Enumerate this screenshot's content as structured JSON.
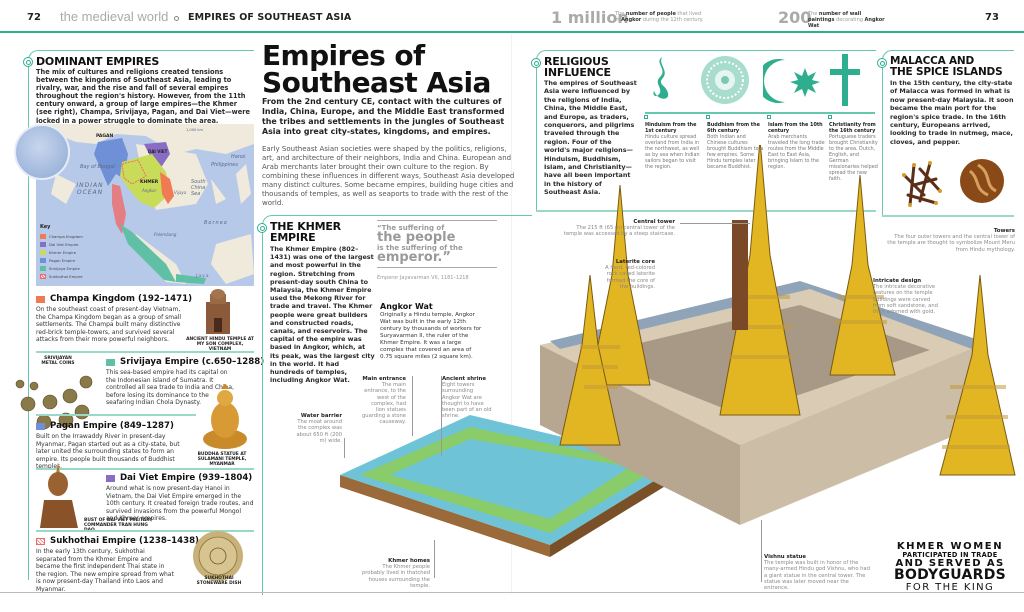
{
  "header": {
    "left_page_number": "72",
    "series": "the medieval world",
    "section": "EMPIRES OF SOUTHEAST ASIA",
    "right_page_number": "73",
    "facts": [
      {
        "number": "1 million",
        "text_pre": "The ",
        "text_bold": "number of people",
        "text_mid": " that lived in ",
        "text_bold2": "Angkor",
        "text_post": " during the 12th century."
      },
      {
        "number": "200",
        "text_pre": "The ",
        "text_bold": "number of wall paintings",
        "text_mid": " decorating ",
        "text_bold2": "Angkor Wat",
        "text_post": "."
      }
    ],
    "accent_color": "#2fae8f"
  },
  "title": {
    "line1": "Empires of",
    "line2": "Southeast Asia",
    "intro": "From the 2nd century CE, contact with the cultures of India, China, Europe, and the Middle East transformed the tribes and settlements in the jungles of Southeast Asia into great city-states, kingdoms, and empires.",
    "body": "Early Southeast Asian societies were shaped by the politics, religions, art, and architecture of their neighbors, India and China. European and Arab merchants later brought their own culture to the region. By combining these influences in different ways, Southeast Asia developed many distinct cultures. Some became empires, building huge cities and thousands of temples, as well as seaports to trade with the rest of the world."
  },
  "dominant_empires": {
    "title": "DOMINANT EMPIRES",
    "body": "The mix of cultures and religions created tensions between the kingdoms of Southeast Asia, leading to rivalry, war, and the rise and fall of several empires throughout the region's history. However, from the 11th century onward, a group of large empires—the Khmer (see right), Champa, Srivijaya, Pagan, and Dai Viet—were locked in a power struggle to dominate the area.",
    "map": {
      "scale": [
        "0",
        "500",
        "1,000 km",
        "0",
        "250",
        "500 miles"
      ],
      "labels": {
        "pagan": "PAGAN",
        "pagan_city": "Pagan",
        "dai_viet": "DAI VIET",
        "hanoi": "Hanoi",
        "khmer": "KHMER",
        "angkor": "Angkor",
        "sukhothai": "SUKHOTHAI",
        "champa": "CHAMPA",
        "vijaya": "Vijaya",
        "srivijaya": "SRIVIJAYA",
        "palembang": "Palembang",
        "bay_of_bengal": "Bay of Bengal",
        "andaman_sea": "Andaman Sea",
        "gulf_of_thailand": "Gulf of Thailand",
        "south_china_sea": "South China Sea",
        "indian_ocean": "INDIAN OCEAN",
        "philippines": "Philippines",
        "borneo": "Borneo",
        "sumatra": "Sumatra",
        "java": "Java",
        "mekong": "Mekong"
      },
      "key_title": "Key",
      "key": [
        {
          "label": "Champa Kingdom",
          "color": "#f07a52"
        },
        {
          "label": "Dai Viet Empire",
          "color": "#8a6cc4"
        },
        {
          "label": "Khmer Empire",
          "color": "#c9dc5a"
        },
        {
          "label": "Pagan Empire",
          "color": "#6f8fd6"
        },
        {
          "label": "Srivijaya Empire",
          "color": "#5fc0a6"
        },
        {
          "label": "Sukhothai Empire",
          "color": "#ef6a6a"
        }
      ]
    },
    "kingdoms": [
      {
        "title": "Champa Kingdom (192–1471)",
        "color": "#f07a52",
        "body": "On the southeast coast of present-day Vietnam, the Champa Kingdom began as a group of small settlements. The Champa built many distinctive red-brick temple-towers, and survived several attacks from their more powerful neighbors.",
        "caption": "ANCIENT HINDU TEMPLE AT MY SON COMPLEX, VIETNAM"
      },
      {
        "title": "Srivijaya Empire (c.650–1288)",
        "color": "#5fc0a6",
        "body": "This sea-based empire had its capital on the Indonesian island of Sumatra. It controlled all sea trade to India and China, before losing its dominance to the seafaring Indian Chola Dynasty.",
        "caption": "SRIVIJAYAN METAL COINS"
      },
      {
        "title": "Pagan Empire (849–1287)",
        "color": "#6f8fd6",
        "body": "Built on the Irrawaddy River in present-day Myanmar, Pagan started out as a city-state, but later united the surrounding states to form an empire. Its people built thousands of Buddhist temples.",
        "caption": "BUDDHA STATUE AT SULAMANI TEMPLE, MYANMAR"
      },
      {
        "title": "Dai Viet Empire (939–1804)",
        "color": "#8a6cc4",
        "body": "Around what is now present-day Hanoi in Vietnam, the Dai Viet Empire emerged in the 10th century. It created foreign trade routes, and survived invasions from the powerful Mongol and Khmer empires.",
        "caption": "BUST OF DAI VIET MILITARY COMMANDER TRAN HUNG DAO"
      },
      {
        "title": "Sukhothai Empire (1238–1438)",
        "color": "#ef6a6a",
        "body": "In the early 13th century, Sukhothai separated from the Khmer Empire and became the first independent Thai state in the region. The new empire spread from what is now present-day Thailand into Laos and Myanmar.",
        "caption": "SUKHOTHAI STONEWARE DISH"
      }
    ]
  },
  "khmer": {
    "title_line1": "THE KHMER",
    "title_line2": "EMPIRE",
    "body": "The Khmer Empire (802–1431) was one of the largest and most powerful in the region. Stretching from present-day south China to Malaysia, the Khmer Empire used the Mekong River for trade and travel. The Khmer people were great builders and constructed roads, canals, and reservoirs. The capital of the empire was based in Angkor, which, at its peak, was the largest city in the world. It had hundreds of temples, including Angkor Wat.",
    "quote": {
      "line1": "“The suffering of",
      "line2": "the people",
      "line3": "is the suffering of the",
      "line4": "emperor.”",
      "attribution": "Emperor Jayavarman VII, 1181–1218"
    },
    "angkor_wat": {
      "title": "Angkor Wat",
      "body": "Originally a Hindu temple, Angkor Wat was built in the early 12th century by thousands of workers for Suryavarman II, the ruler of the Khmer Empire. It was a large complex that covered an area of 0.75 square miles (2 square km)."
    }
  },
  "religious_influence": {
    "title_line1": "RELIGIOUS",
    "title_line2": "INFLUENCE",
    "body": "The empires of Southeast Asia were influenced by the religions of India, China, the Middle East, and Europe, as traders, conquerors, and pilgrims traveled through the region. Four of the world's major religions—Hinduism, Buddhism, Islam, and Christianity—have all been important in the history of Southeast Asia.",
    "symbol_color": "#2fae8f",
    "religions": [
      {
        "icon": "om-symbol-icon",
        "title": "Hinduism from the 1st century",
        "body": "Hindu culture spread overland from India in the northwest, as well as by sea when Indian sailors began to visit the region."
      },
      {
        "icon": "dharma-wheel-icon",
        "title": "Buddhism from the 6th century",
        "body": "Both Indian and Chinese cultures brought Buddhism to a few empires. Some Hindu temples later became Buddhist."
      },
      {
        "icon": "crescent-star-icon",
        "title": "Islam from the 10th century",
        "body": "Arab merchants traveled the long trade routes from the Middle East to East Asia, bringing Islam to the region."
      },
      {
        "icon": "cross-icon",
        "title": "Christianity from the 16th century",
        "body": "Portuguese traders brought Christianity to the area. Dutch, English, and German missionaries helped spread the new faith."
      }
    ]
  },
  "malacca": {
    "title_line1": "MALACCA AND",
    "title_line2": "THE SPICE ISLANDS",
    "body": "In the 15th century, the city-state of Malacca was formed in what is now present-day Malaysia. It soon became the main port for the region's spice trade. In the 16th century, Europeans arrived, looking to trade in nutmeg, mace, cloves, and pepper."
  },
  "annotations": [
    {
      "title": "Central tower",
      "body": "The 215 ft (65 m) central tower of the temple was accessed by a steep staircase."
    },
    {
      "title": "Laterite core",
      "body": "A hard, red-colored rock called laterite formed the core of the buildings."
    },
    {
      "title": "Towers",
      "body": "The four outer towers and the central tower of the temple are thought to symbolize Mount Meru from Hindu mythology."
    },
    {
      "title": "Intricate design",
      "body": "The intricate decorative features on the temple buildings were carved from soft sandstone, and then adorned with gold."
    },
    {
      "title": "Main entrance",
      "body": "The main entrance, to the west of the complex, had lion statues guarding a stone causeway."
    },
    {
      "title": "Ancient shrine",
      "body": "Eight towers surrounding Angkor Wat are thought to have been part of an old shrine."
    },
    {
      "title": "Water barrier",
      "body": "The moat around the complex was about 650 ft (200 m) wide."
    },
    {
      "title": "Khmer homes",
      "body": "The Khmer people probably lived in thatched houses surrounding the temple."
    },
    {
      "title": "Vishnu statue",
      "body": "The temple was built in honor of the many-armed Hindu god Vishnu, who had a giant statue in the central tower. The statue was later moved near the entrance."
    }
  ],
  "callout": {
    "line1": "KHMER WOMEN",
    "line2": "PARTICIPATED IN TRADE",
    "line3": "AND SERVED AS",
    "line4": "BODYGUARDS",
    "line5": "FOR THE KING"
  }
}
